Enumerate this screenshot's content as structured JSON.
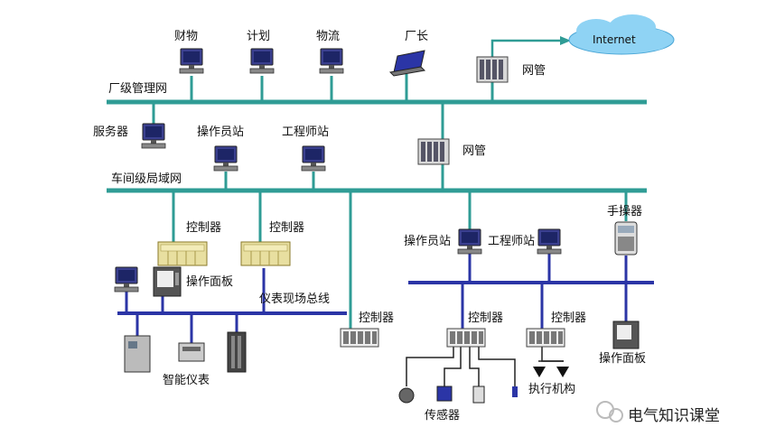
{
  "colors": {
    "bus_teal": "#2f9c95",
    "bus_blue": "#2b35a6",
    "cloud": "#8fd3f4",
    "arrow_red": "#d63a3a",
    "controller_yellow": "#e8dfa0"
  },
  "top_terminals": {
    "finance": "财物",
    "plan": "计划",
    "logistics": "物流",
    "director": "厂长"
  },
  "internet": "Internet",
  "gateway_top": "网管",
  "factory_net": "厂级管理网",
  "server": "服务器",
  "op_station_1": "操作员站",
  "eng_station_1": "工程师站",
  "gateway_mid": "网管",
  "workshop_net": "车间级局域网",
  "controller_a": "控制器",
  "controller_b": "控制器",
  "hand_operator": "手操器",
  "op_station_2": "操作员站",
  "eng_station_2": "工程师站",
  "op_panel_1": "操作面板",
  "fieldbus": "仪表现场总线",
  "controller_c": "控制器",
  "controller_d": "控制器",
  "controller_e": "控制器",
  "smart_instruments": "智能仪表",
  "sensors": "传感器",
  "actuators": "执行机构",
  "op_panel_2": "操作面板",
  "watermark": "电气知识课堂",
  "icons": [
    "pc-icon",
    "laptop-icon",
    "rack-icon",
    "plc-icon",
    "cloud-icon",
    "wechat-icon"
  ]
}
